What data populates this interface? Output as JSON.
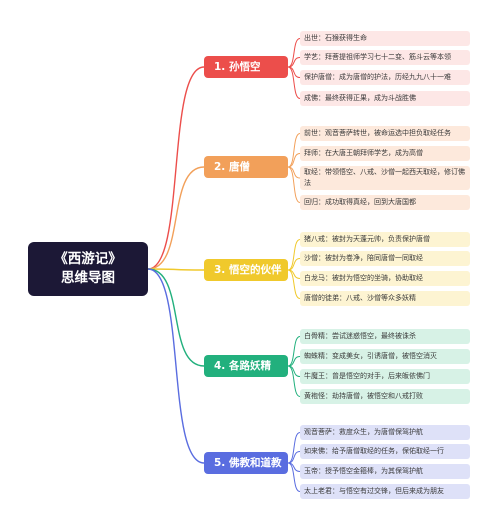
{
  "root": {
    "line1": "《西游记》",
    "line2": "思维导图"
  },
  "colors": {
    "red": "#ec4e4b",
    "orange": "#f2a05a",
    "yellow": "#f0c92c",
    "green": "#22b07d",
    "blue": "#5a6de0",
    "red_bg": "#fde7e6",
    "orange_bg": "#fde9dc",
    "yellow_bg": "#fdf4d2",
    "green_bg": "#d7f2e6",
    "blue_bg": "#dee1f8"
  },
  "branches": [
    {
      "label": "1. 孙悟空",
      "color": "red",
      "leaves": [
        "出世：石猴获得生命",
        "学艺：拜菩提祖师学习七十二变、筋斗云等本领",
        "保护唐僧：成为唐僧的护法，历经九九八十一难",
        "成佛：最终获得正果，成为斗战胜佛"
      ]
    },
    {
      "label": "2. 唐僧",
      "color": "orange",
      "leaves": [
        "前世：观音菩萨转世，被命运选中担负取经任务",
        "拜师：在大唐王朝拜师学艺，成为高僧",
        "取经：带领悟空、八戒、沙僧一起西天取经，修订佛法",
        "回归：成功取得真经，回到大唐国都"
      ]
    },
    {
      "label": "3. 悟空的伙伴",
      "color": "yellow",
      "leaves": [
        "猪八戒：被封为天蓬元帅，负责保护唐僧",
        "沙僧：被封为卷净，陪同唐僧一同取经",
        "白龙马：被封为悟空的坐骑，协助取经",
        "唐僧的徒弟：八戒、沙僧等众多妖精"
      ]
    },
    {
      "label": "4. 各路妖精",
      "color": "green",
      "leaves": [
        "白骨精：尝试迷惑悟空，最终被诛杀",
        "蜘蛛精：变成美女，引诱唐僧，被悟空消灭",
        "牛魔王：曾是悟空的对手，后来皈依佛门",
        "黄袍怪：劫持唐僧，被悟空和八戒打败"
      ]
    },
    {
      "label": "5. 佛教和道教",
      "color": "blue",
      "leaves": [
        "观音菩萨：救度众生，为唐僧保驾护航",
        "如来佛：给予唐僧取经的任务，保佑取经一行",
        "玉帝：授予悟空金箍棒，为其保驾护航",
        "太上老君：与悟空有过交锋，但后来成为朋友"
      ]
    }
  ]
}
